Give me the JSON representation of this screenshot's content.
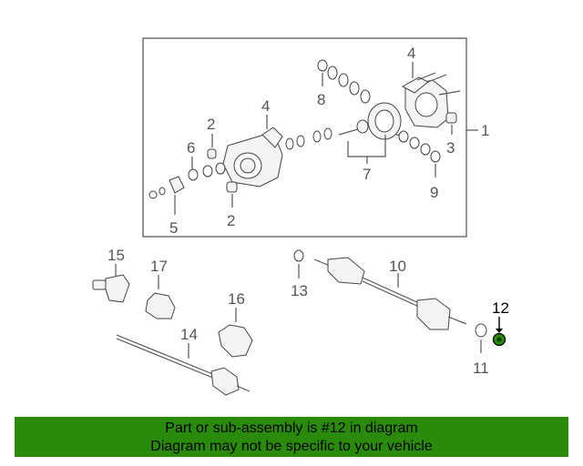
{
  "diagram": {
    "labels": {
      "l1": "1",
      "l2a": "2",
      "l2b": "2",
      "l3": "3",
      "l4a": "4",
      "l4b": "4",
      "l5": "5",
      "l6": "6",
      "l7": "7",
      "l8": "8",
      "l9": "9",
      "l10": "10",
      "l11": "11",
      "l12": "12",
      "l13": "13",
      "l14": "14",
      "l15": "15",
      "l16": "16",
      "l17": "17"
    },
    "highlight_color": "#2a8a0a"
  },
  "banner": {
    "line1": "Part or sub-assembly is #12 in diagram",
    "line2": "Diagram may not be specific to your vehicle"
  }
}
